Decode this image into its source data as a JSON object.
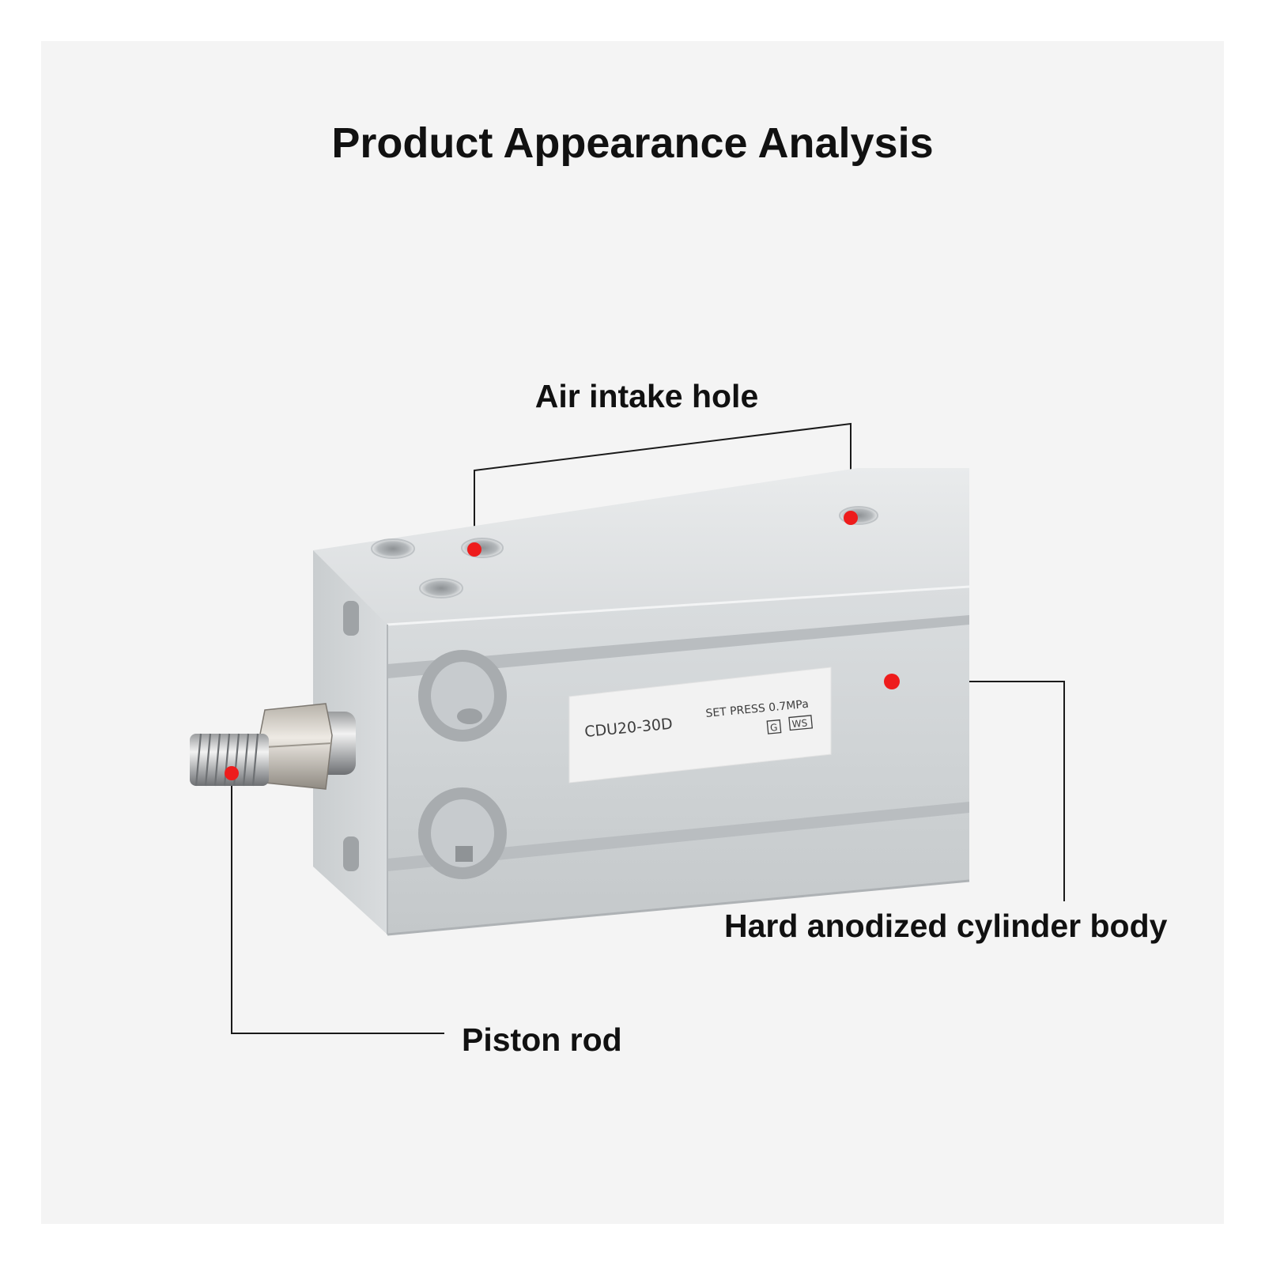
{
  "title": "Product Appearance Analysis",
  "callouts": {
    "air_intake": "Air intake hole",
    "cylinder_body": "Hard anodized cylinder body",
    "piston_rod": "Piston rod"
  },
  "product_label": {
    "model": "CDU20-30D",
    "set_press": "SET PRESS 0.7MPa",
    "marks": [
      "G",
      "WS"
    ]
  },
  "colors": {
    "marker": "#ee1c1c",
    "leader_line": "#1a1a1a",
    "body": "#cfd3d6"
  }
}
